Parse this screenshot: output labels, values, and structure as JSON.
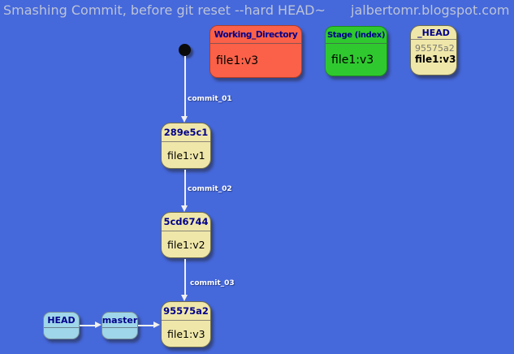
{
  "header": {
    "title": "Smashing Commit, before git reset --hard HEAD~",
    "site": "jalbertomr.blogspot.com"
  },
  "top_row": {
    "working_directory": {
      "title": "Working_Directory",
      "file": "file1:v3"
    },
    "stage": {
      "title": "Stage (index)",
      "file": "file1:v3"
    },
    "head": {
      "title": "_HEAD",
      "commit": "95575a2",
      "file": "file1:v3"
    }
  },
  "commits": [
    {
      "hash": "289e5c1",
      "file": "file1:v1",
      "edge_label": "commit_01"
    },
    {
      "hash": "5cd6744",
      "file": "file1:v2",
      "edge_label": "commit_02"
    },
    {
      "hash": "95575a2",
      "file": "file1:v3",
      "edge_label": "commit_03"
    }
  ],
  "refs": {
    "head": "HEAD",
    "branch": "master"
  },
  "colors": {
    "background": "#4568DB",
    "working_directory_fill": "#FA6148",
    "stage_fill": "#2FC92F",
    "commit_fill": "#EFE7A9",
    "ref_fill": "#9FD6E9",
    "node_title_text": "#00008B",
    "header_text": "#BDC4D6",
    "arrow": "#F0F0F0",
    "hash_muted_text": "#7B7B74"
  }
}
